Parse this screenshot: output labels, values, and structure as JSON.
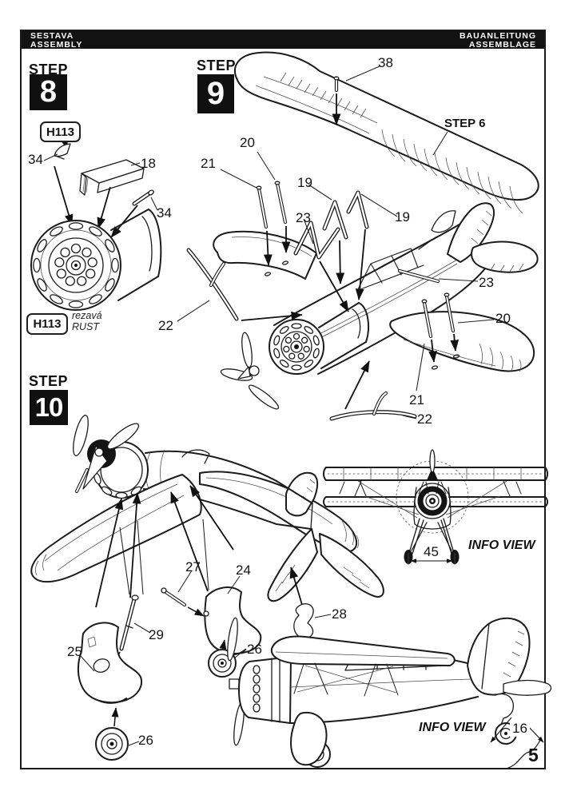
{
  "header": {
    "left_top": "SESTAVA",
    "left_bottom": "ASSEMBLY",
    "right_top": "BAUANLEITUNG",
    "right_bottom": "ASSEMBLAGE"
  },
  "page_number": "5",
  "colors": {
    "ink": "#1c1c1c",
    "paper": "#ffffff",
    "header_bg": "#121212",
    "header_text": "#ffffff",
    "step_box_bg": "#101010",
    "step_box_text": "#ffffff"
  },
  "step8": {
    "word": "STEP",
    "number": "8",
    "paint_code": "H113",
    "callouts": [
      "34",
      "18",
      "34"
    ],
    "legend": {
      "code": "H113",
      "name_cz": "rezavá",
      "name_en": "RUST"
    }
  },
  "step9": {
    "word": "STEP",
    "number": "9",
    "ref_step": "STEP 6",
    "callouts": [
      "38",
      "20",
      "21",
      "19",
      "23",
      "19",
      "23",
      "20",
      "21",
      "22",
      "22"
    ]
  },
  "step10": {
    "word": "STEP",
    "number": "10",
    "callouts": [
      "27",
      "24",
      "29",
      "25",
      "26",
      "28",
      "26"
    ]
  },
  "info_view_front": {
    "label": "INFO VIEW",
    "dimension": "45"
  },
  "info_view_side": {
    "label": "INFO VIEW",
    "dimension": "16"
  }
}
